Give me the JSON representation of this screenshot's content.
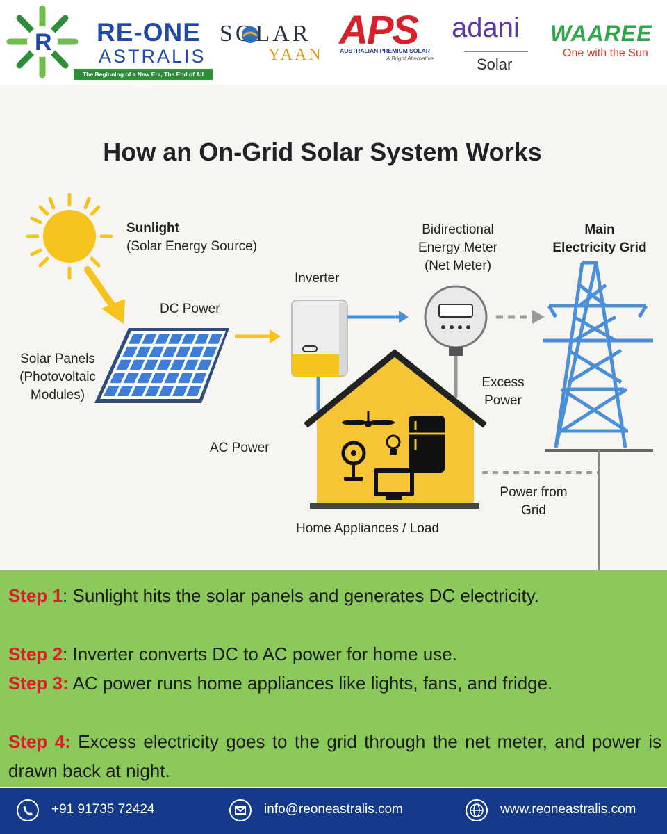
{
  "header": {
    "reone": {
      "title": "RE-ONE",
      "subtitle": "ASTRALIS",
      "tagline": "The Beginning of a New Era, The End of All Limits!"
    },
    "solaryaan": {
      "line1": "SOLAR",
      "line2": "YAAN"
    },
    "aps": {
      "mark": "APS",
      "line": "AUSTRALIAN PREMIUM SOLAR",
      "tagline": "A Bright Alternative"
    },
    "adani": {
      "name": "adani",
      "sub": "Solar"
    },
    "waaree": {
      "name": "WAAREE",
      "tagline": "One with the Sun"
    }
  },
  "title": "How an On-Grid Solar System Works",
  "diagram": {
    "sunlight_title": "Sunlight",
    "sunlight_sub": "(Solar Energy Source)",
    "dc_power": "DC Power",
    "solar_panels": [
      "Solar Panels",
      "(Photovoltaic",
      "Modules)"
    ],
    "inverter": "Inverter",
    "meter": [
      "Bidirectional",
      "Energy Meter",
      "(Net Meter)"
    ],
    "grid": [
      "Main",
      "Electricity Grid"
    ],
    "excess_power": [
      "Excess",
      "Power"
    ],
    "ac_power": "AC Power",
    "power_from_grid": [
      "Power from",
      "Grid"
    ],
    "home": "Home Appliances / Load"
  },
  "steps": [
    {
      "key": "Step 1",
      "text": ": Sunlight hits the solar panels and generates DC electricity."
    },
    {
      "key": "Step 2",
      "text": ": Inverter converts DC to AC power for home use."
    },
    {
      "key": "Step 3:",
      "text": " AC power runs home appliances like lights, fans, and fridge."
    },
    {
      "key": "Step 4:",
      "text": " Excess electricity goes to the grid through the net meter, and power is drawn back at night."
    }
  ],
  "footer": {
    "phone": "+91 91735 72424",
    "email": "info@reoneastralis.com",
    "web": "www.reoneastralis.com"
  },
  "colors": {
    "sun": "#f6c21c",
    "panel": "#3f7ed6",
    "house": "#f5c535",
    "tower": "#4b8fd8",
    "steps_bg": "#8cc95b",
    "footer_bg": "#153a8c",
    "step_key": "#d9202a"
  }
}
